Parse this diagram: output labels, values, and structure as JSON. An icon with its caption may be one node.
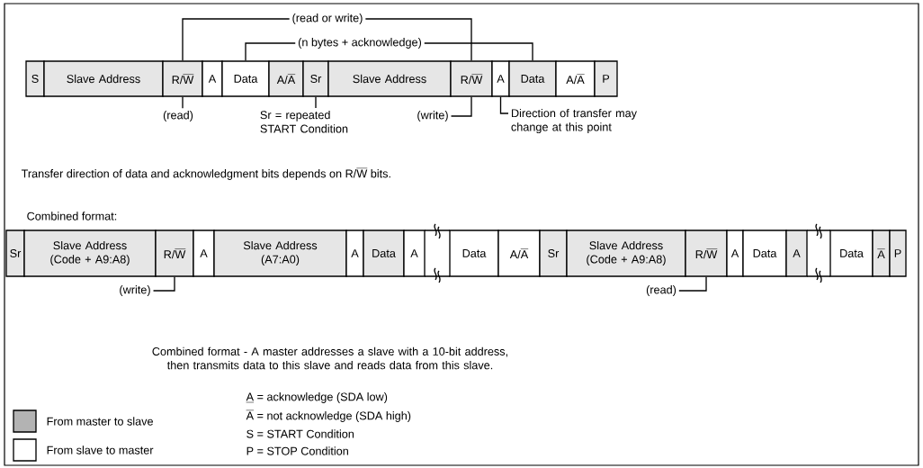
{
  "diagram": {
    "nodes": [
      {
        "text": [
          "S"
        ]
      },
      {
        "text": [
          "Slave Address"
        ]
      },
      {
        "text": [
          "\\text{R/}\\overline{\\text{W}}"
        ]
      },
      {
        "text": [
          "A"
        ]
      },
      {
        "text": [
          "Data"
        ]
      },
      {
        "text": [
          "\\text{A/}\\overline{\\text{A}}"
        ]
      },
      {
        "text": [
          "Sr"
        ]
      },
      {
        "text": [
          "Slave Address"
        ]
      },
      {
        "text": [
          "\\text{R/}\\overline{\\text{W}}"
        ]
      },
      {
        "text": [
          "A"
        ]
      },
      {
        "text": [
          "Data"
        ]
      },
      {
        "text": [
          "\\text{A/}\\overline{\\text{A}}"
        ]
      },
      {
        "text": [
          "P"
        ]
      },
      {
        "text": [
          "(read or write)"
        ]
      },
      {
        "text": [
          "(n bytes + acknowledge)"
        ]
      },
      {
        "text": [
          "(read)"
        ]
      },
      {
        "text": [
          "Sr = repeated START Condition"
        ]
      },
      {
        "text": [
          "(write)"
        ]
      },
      {
        "text": [
          "Direction of transfer may change at this point"
        ]
      },
      {
        "text": [
          "Sr"
        ]
      },
      {
        "text": [
          "Slave Address (Code + A9:A8)"
        ]
      },
      {
        "text": [
          "\\text{R/}\\overline{\\text{W}}"
        ]
      },
      {
        "text": [
          "A"
        ]
      },
      {
        "text": [
          "Slave Address (A7:A0)"
        ]
      },
      {
        "text": [
          "A"
        ]
      },
      {
        "text": [
          "Data"
        ]
      },
      {
        "text": [
          "A"
        ]
      },
      {
        "text": [
          "Data"
        ]
      },
      {
        "text": [
          "\\text{A/}\\overline{\\text{A}}"
        ]
      },
      {
        "text": [
          "Sr"
        ]
      },
      {
        "text": [
          "Slave Address (Code + A9:A8)"
        ]
      },
      {
        "text": [
          "\\text{R/}\\overline{\\text{W}}"
        ]
      },
      {
        "text": [
          "A"
        ]
      },
      {
        "text": [
          "Data"
        ]
      },
      {
        "text": [
          "A"
        ]
      },
      {
        "text": [
          "Data"
        ]
      },
      {
        "text": [
          "\\overline{\\text{A}}"
        ]
      },
      {
        "text": [
          "P"
        ]
      },
      {
        "text": [
          "(write)"
        ]
      },
      {
        "text": [
          "(read)"
        ]
      }
    ],
    "edges": [
      {
        "from": 13,
        "to": 2,
        "arrow": "none"
      },
      {
        "from": 13,
        "to": 8,
        "arrow": "none"
      },
      {
        "from": 14,
        "to": 4,
        "arrow": "none"
      },
      {
        "from": 14,
        "to": 10,
        "arrow": "none"
      },
      {
        "from": 15,
        "to": 2,
        "arrow": "none"
      },
      {
        "from": 16,
        "to": 6,
        "arrow": "none"
      },
      {
        "from": 17,
        "to": 8,
        "arrow": "none"
      },
      {
        "from": 18,
        "to": 9,
        "arrow": "none"
      },
      {
        "from": 38,
        "to": 21,
        "arrow": "none"
      },
      {
        "from": 39,
        "to": 31,
        "arrow": "none"
      }
    ],
    "labels": [
      "\\text{Transfer direction of data and acknowledgment bits depends on R/}\\overline{\\text{W}}\\text{ bits.}",
      "Combined format:",
      "Combined format - A master addresses a slave with a 10-bit address, then transmits data to this slave and reads data from this slave.",
      "\\underline{\\text{A}}\\text{ = acknowledge (SDA low)}",
      "\\overline{\\text{A}}\\text{ = not acknowledge (SDA high)}",
      "S = START Condition",
      "P = STOP Condition"
    ],
    "legend": [
      {
        "text": "From master to slave",
        "color": "#b3b3b3"
      },
      {
        "text": "From slave to master"
      }
    ]
  }
}
